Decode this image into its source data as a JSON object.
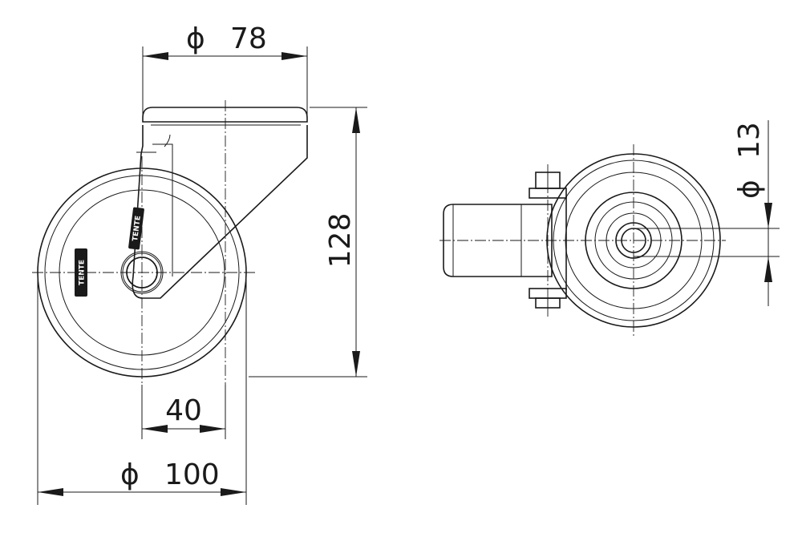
{
  "dimensions": {
    "flange_diameter": {
      "symbol": "ϕ",
      "value": "78"
    },
    "overall_height": {
      "value": "128"
    },
    "offset": {
      "value": "40"
    },
    "wheel_diameter": {
      "symbol": "ϕ",
      "value": "100"
    },
    "bolt_hole_diameter": {
      "symbol": "ϕ",
      "value": "13"
    }
  },
  "brand": {
    "text": "TENTE"
  }
}
